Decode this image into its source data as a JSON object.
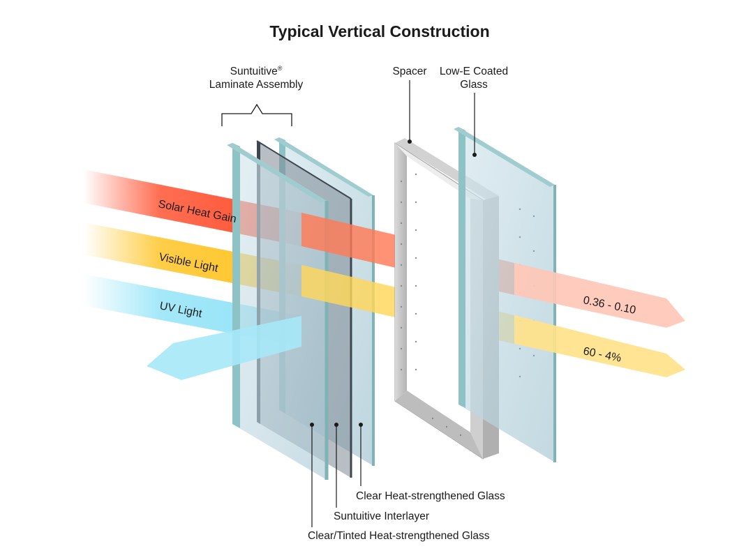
{
  "title": "Typical Vertical Construction",
  "callouts": {
    "laminate_line1": "Suntuitive",
    "laminate_reg": "®",
    "laminate_line2": "Laminate Assembly",
    "spacer": "Spacer",
    "lowe_line1": "Low-E Coated",
    "lowe_line2": "Glass",
    "clear_glass": "Clear Heat-strengthened Glass",
    "interlayer": "Suntuitive Interlayer",
    "tinted_glass": "Clear/Tinted Heat-strengthened Glass"
  },
  "beams": {
    "solar": {
      "label": "Solar Heat Gain",
      "value": "0.36 - 0.10",
      "color": "#ff4a2a"
    },
    "visible": {
      "label": "Visible Light",
      "value": "60 - 4%",
      "color": "#ffc21e"
    },
    "uv": {
      "label": "UV Light",
      "color": "#8fe3f7"
    }
  },
  "colors": {
    "glass_edge": "#8ec3c6",
    "glass_face": "#b9d6e0",
    "interlayer": "#5b6570",
    "spacer": "#c4c4c4"
  }
}
